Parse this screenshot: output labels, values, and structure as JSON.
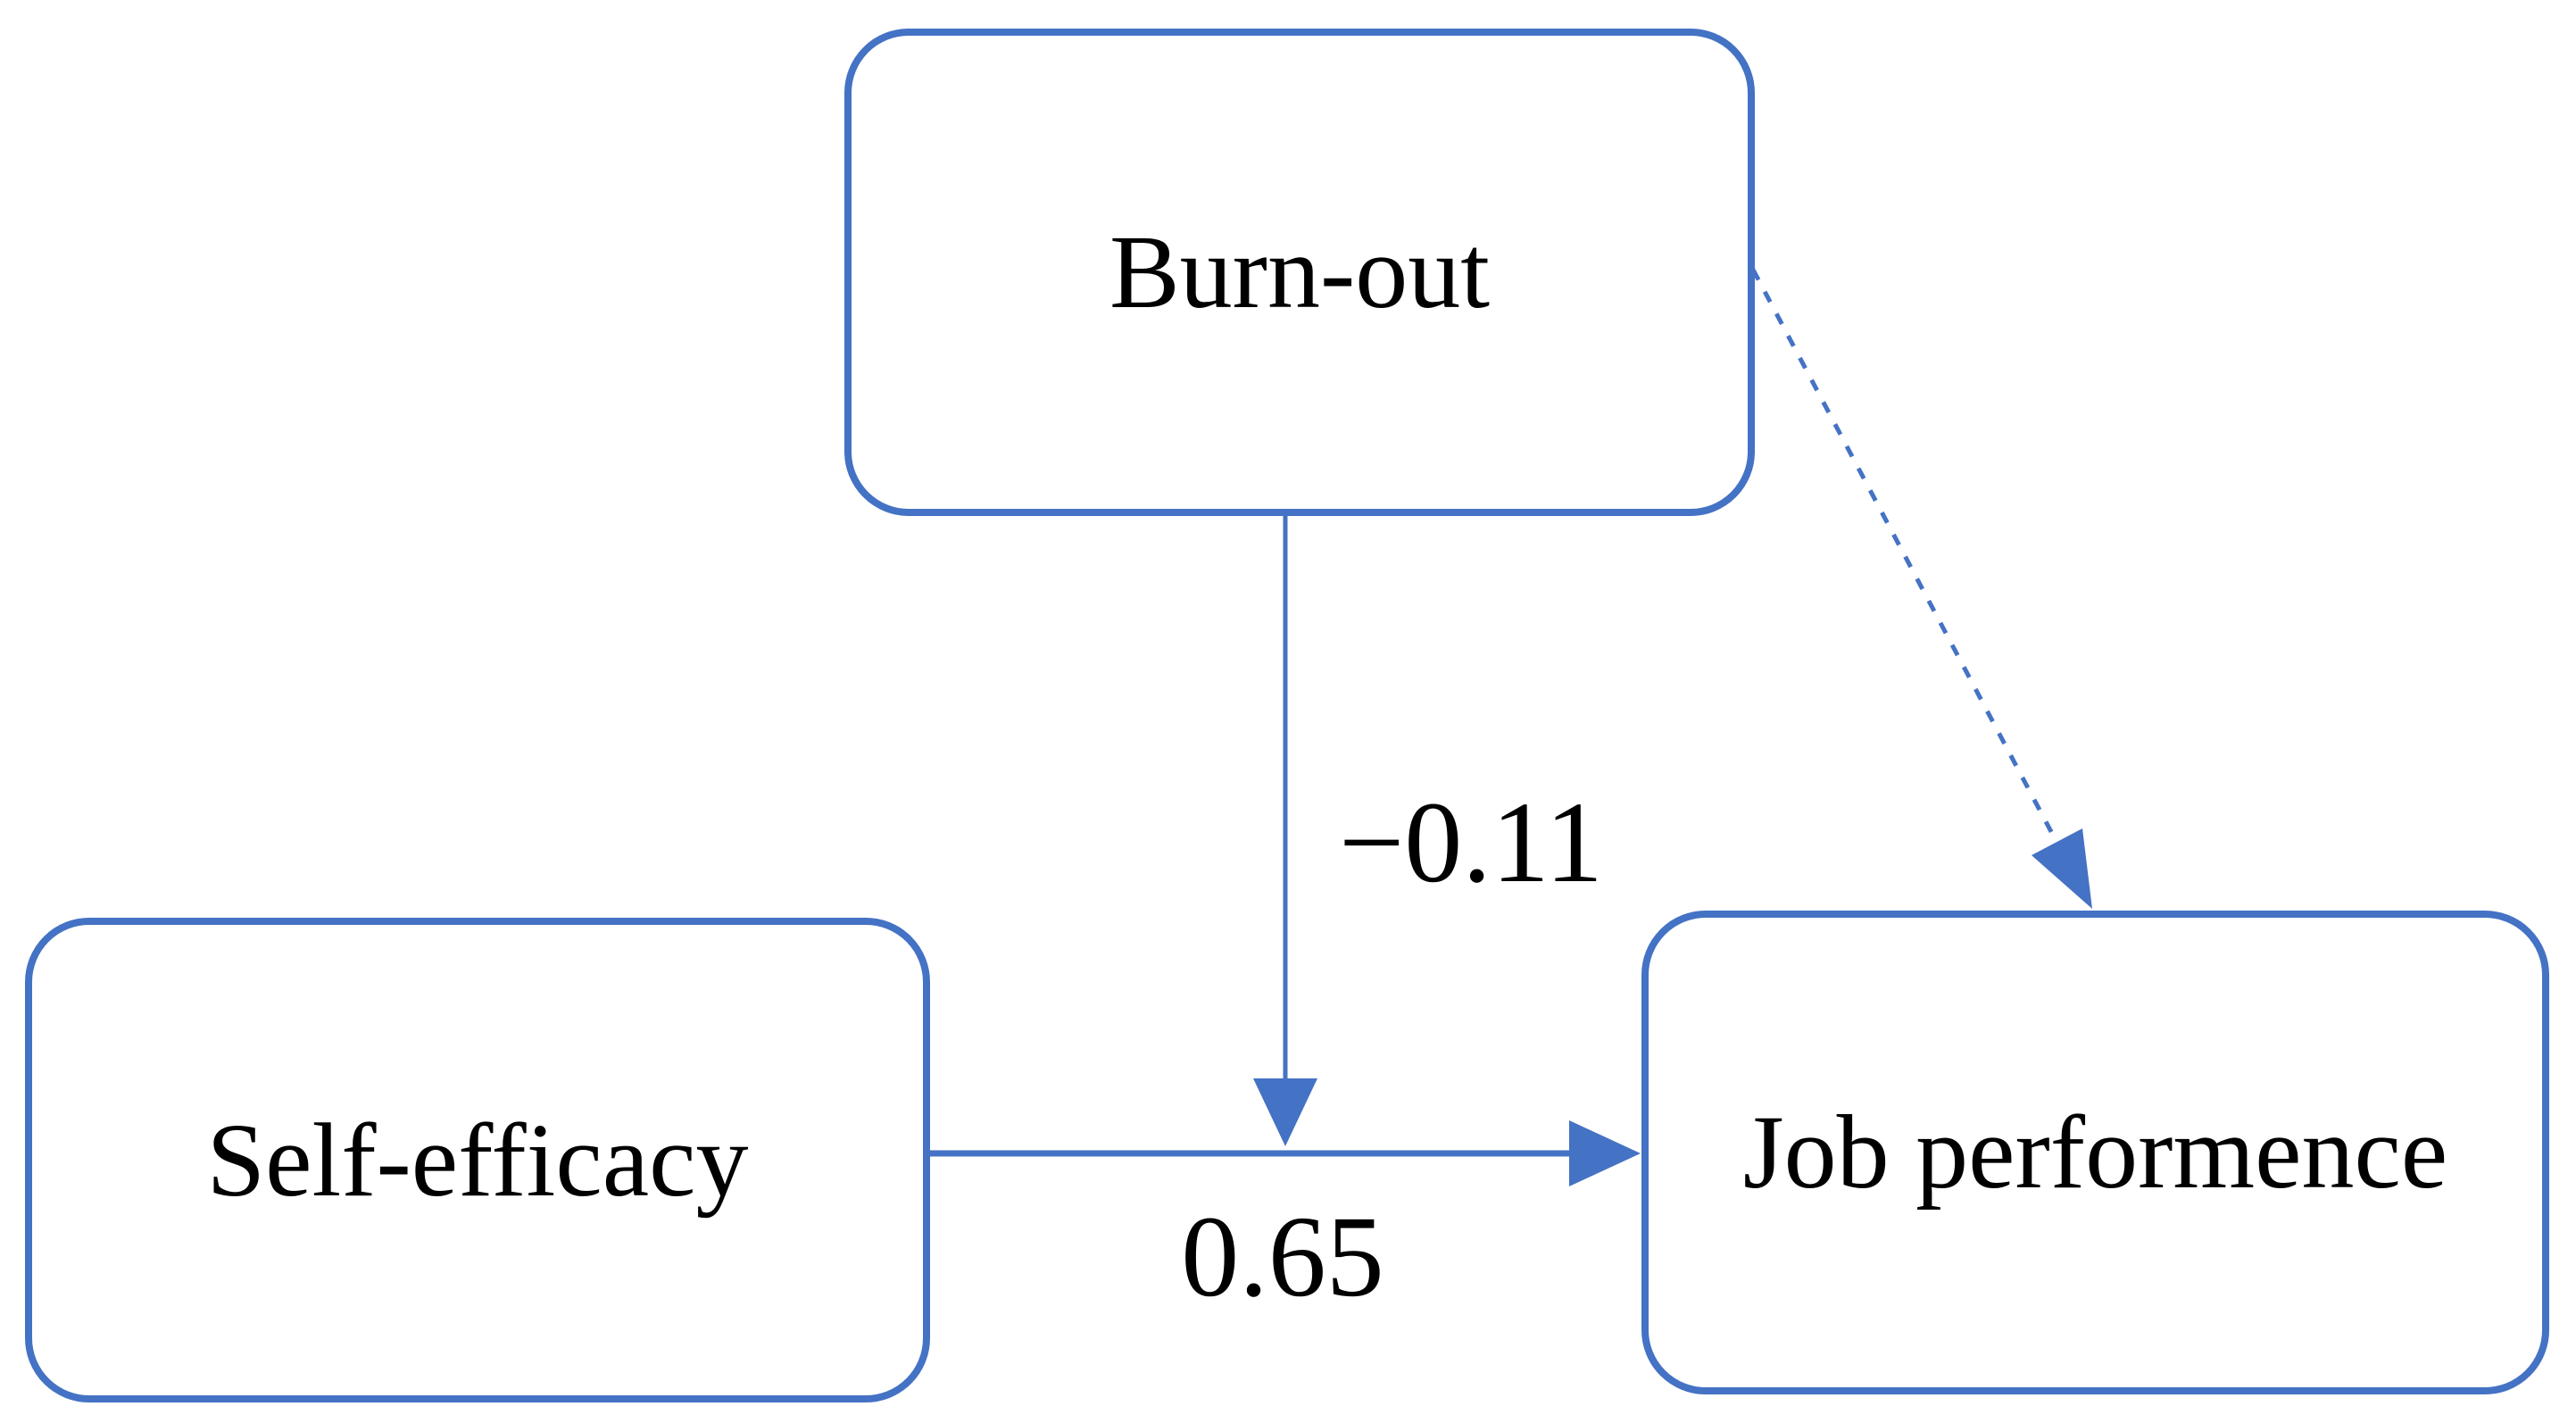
{
  "colors": {
    "accent": "#4472C4",
    "text": "#000000",
    "background": "#ffffff"
  },
  "diagram": {
    "nodes": {
      "burnout": {
        "label": "Burn-out"
      },
      "self_efficacy": {
        "label": "Self-efficacy"
      },
      "job_performance": {
        "label": "Job performence"
      }
    },
    "edges": {
      "self_to_job": {
        "style": "solid-arrow",
        "coefficient": "0.65"
      },
      "burnout_moderation": {
        "style": "solid-arrow",
        "coefficient": "−0.11"
      },
      "burnout_to_job": {
        "style": "dashed-arrow",
        "coefficient": ""
      }
    }
  }
}
